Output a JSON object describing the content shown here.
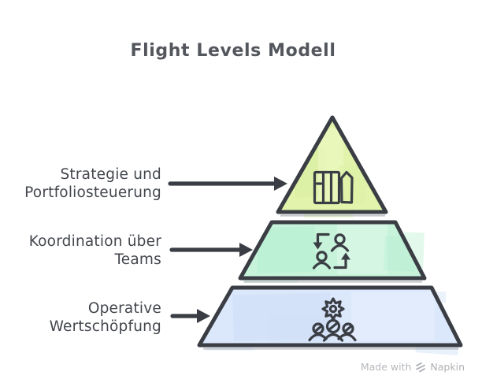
{
  "title": "Flight Levels Modell",
  "pyramid": {
    "levels": [
      {
        "id": "level-1",
        "label_line1": "Strategie und",
        "label_line2": "Portfoliosteuerung",
        "icon": "kanban-board-icon",
        "fill": "#e2f4ab"
      },
      {
        "id": "level-2",
        "label_line1": "Koordination über",
        "label_line2": "Teams",
        "icon": "people-exchange-icon",
        "fill": "#c7f3da"
      },
      {
        "id": "level-3",
        "label_line1": "Operative",
        "label_line2": "Wertschöpfung",
        "icon": "team-gear-icon",
        "fill": "#dbe7fa"
      }
    ]
  },
  "watermark": {
    "prefix": "Made with",
    "brand": "Napkin",
    "logo_icon": "napkin-logo-icon"
  },
  "colors": {
    "outline": "#3a3e44",
    "level1_fill": "#e2f4ab",
    "level2_fill": "#c7f3da",
    "level3_fill": "#dbe7fa",
    "label_text": "#43474d",
    "title_text": "#53565c",
    "watermark_text": "#b5b8bc"
  }
}
